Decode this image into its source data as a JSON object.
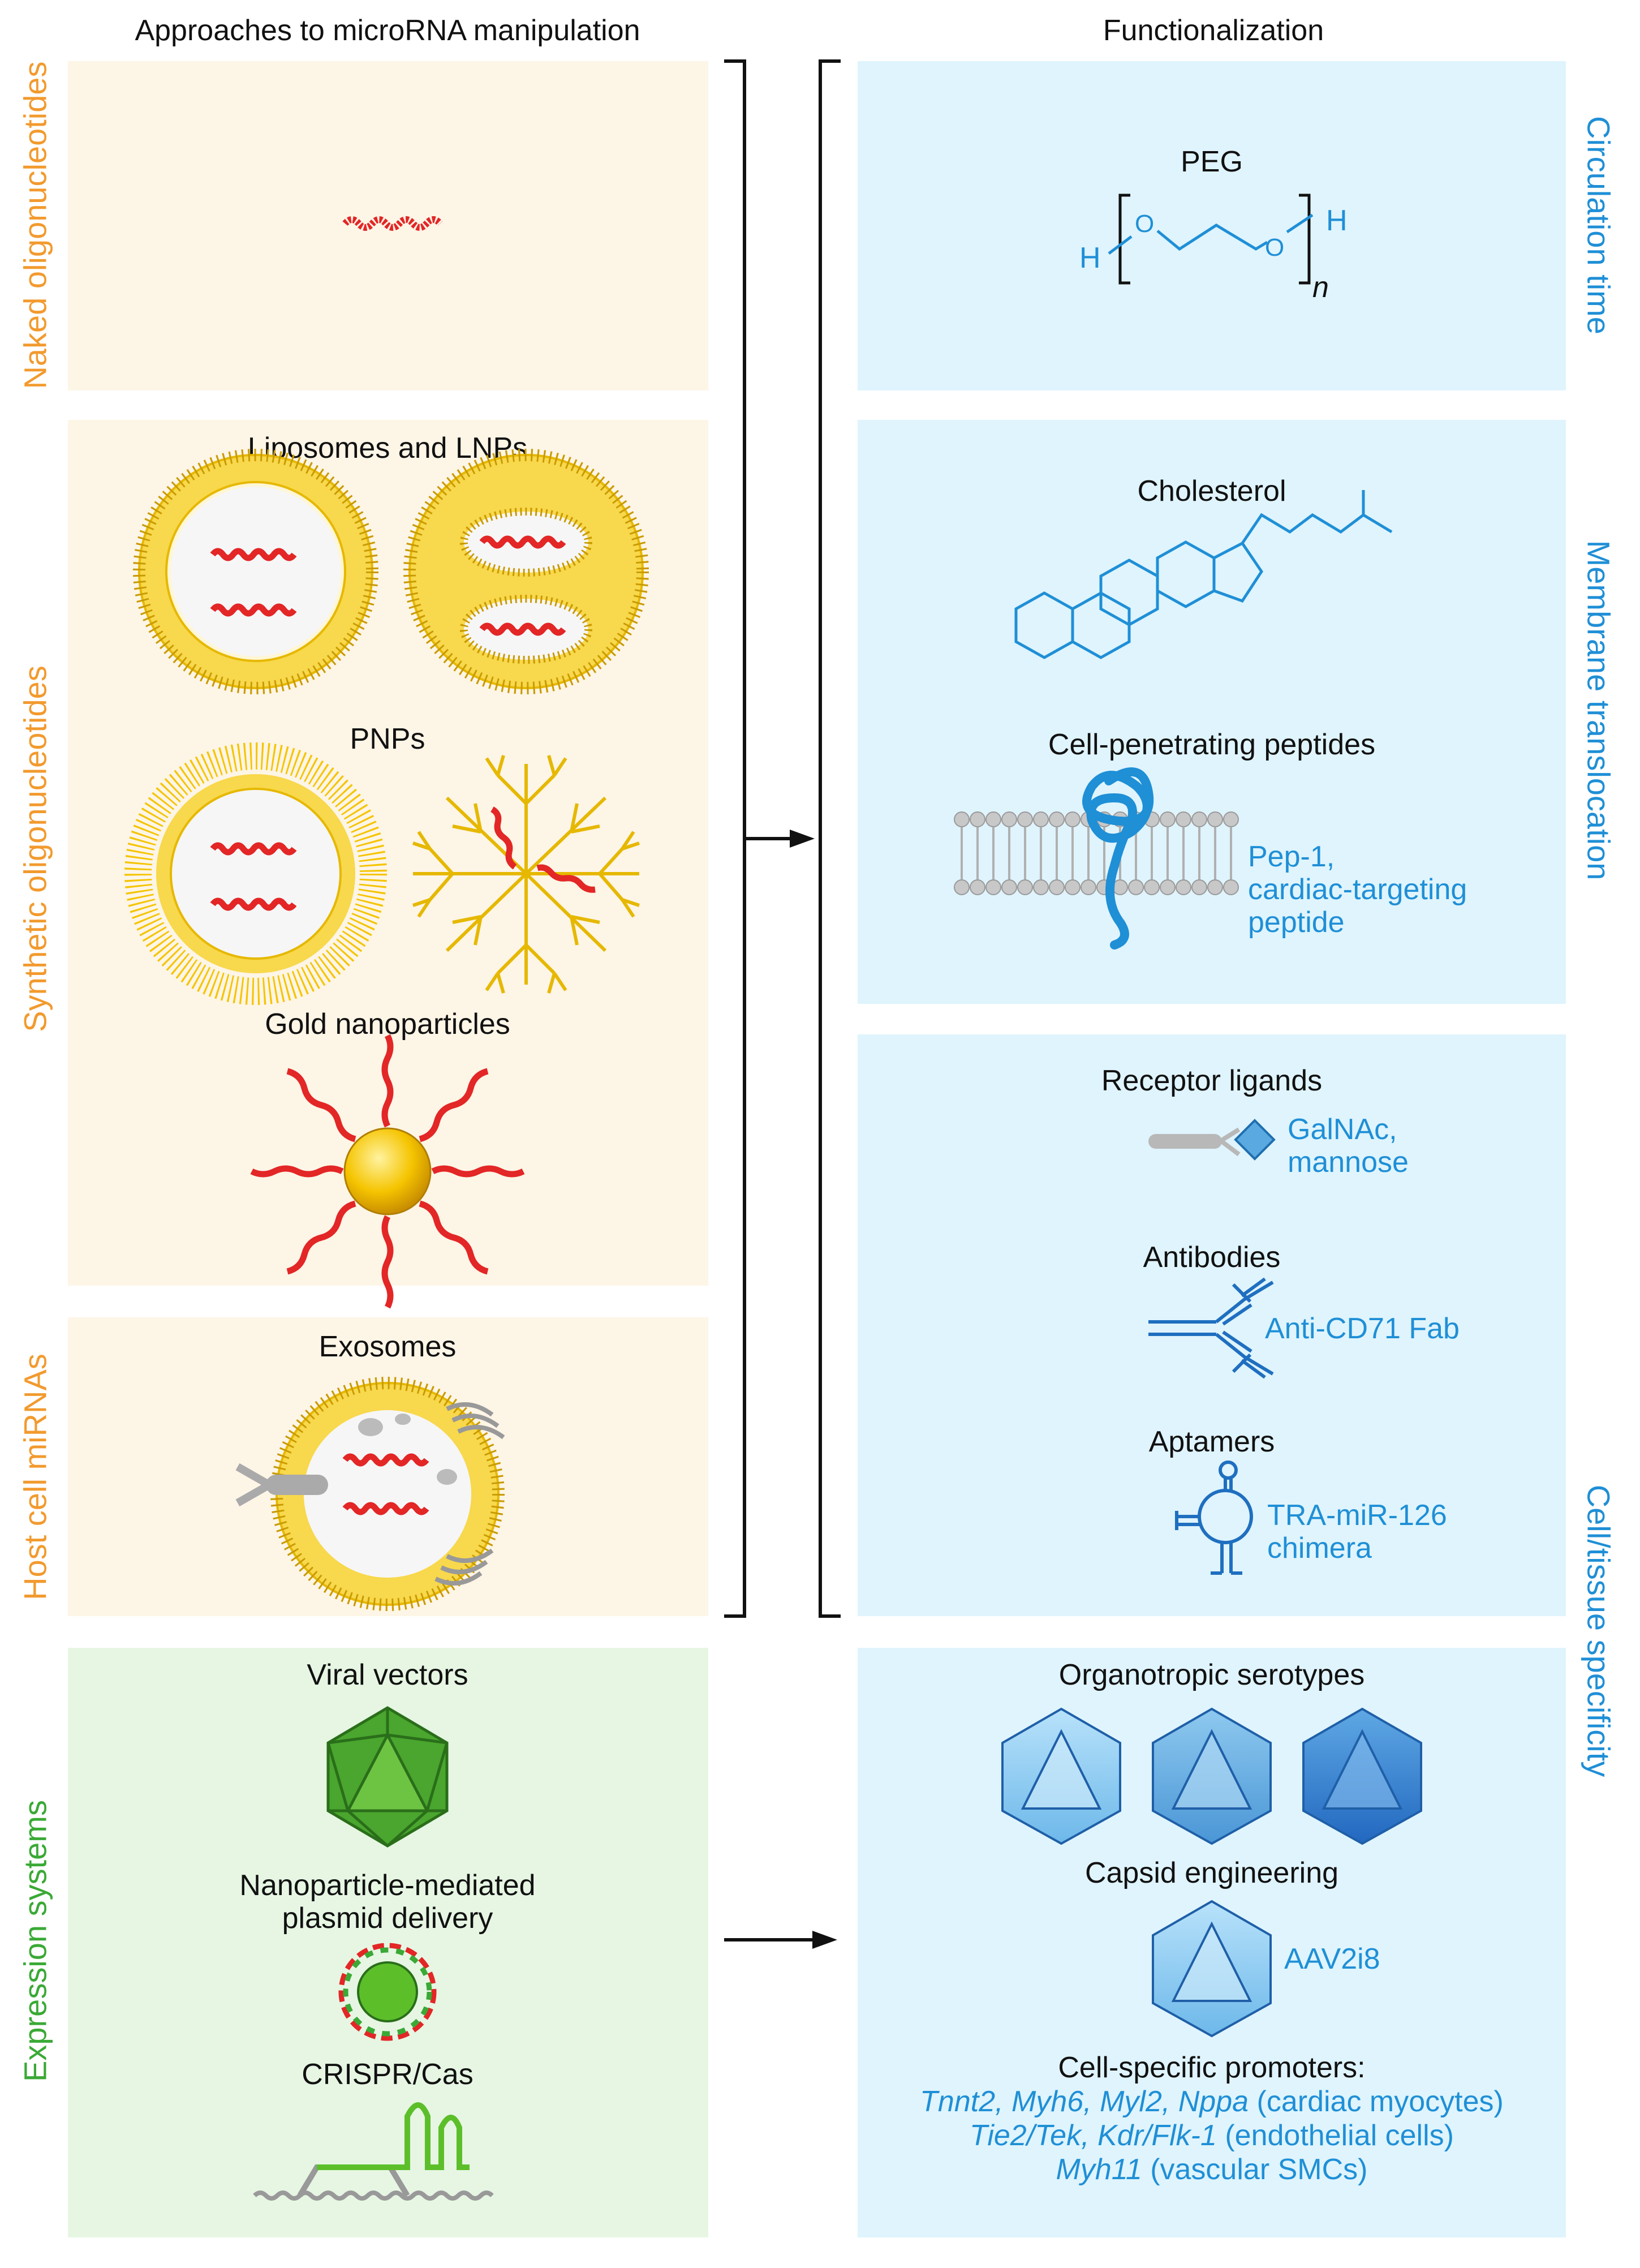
{
  "headers": {
    "left": "Approaches to microRNA manipulation",
    "right": "Functionalization"
  },
  "left_labels": {
    "naked": "Naked oligonucleotides",
    "synthetic": "Synthetic oligonucleotides",
    "host": "Host cell miRNAs",
    "expression": "Expression systems"
  },
  "right_labels": {
    "circulation": "Circulation time",
    "membrane": "Membrane translocation",
    "specificity": "Cell/tissue specificity"
  },
  "synthetic": {
    "liposomes": "Liposomes and LNPs",
    "pnps": "PNPs",
    "gold": "Gold nanoparticles"
  },
  "host": {
    "exosomes": "Exosomes"
  },
  "expression": {
    "viral": "Viral vectors",
    "plasmid_line1": "Nanoparticle-mediated",
    "plasmid_line2": "plasmid delivery",
    "crispr": "CRISPR/Cas"
  },
  "circulation": {
    "peg": "PEG",
    "atom_h": "H",
    "atom_o": "O",
    "subscript_n": "n"
  },
  "membrane": {
    "cholesterol": "Cholesterol",
    "cpp": "Cell-penetrating peptides",
    "pep1_line1": "Pep-1,",
    "pep1_line2": "cardiac-targeting",
    "pep1_line3": "peptide"
  },
  "specificity": {
    "receptor": "Receptor ligands",
    "galnac_line1": "GalNAc,",
    "galnac_line2": "mannose",
    "antibodies": "Antibodies",
    "fab": "Anti-CD71 Fab",
    "aptamers": "Aptamers",
    "tra_line1": "TRA-miR-126",
    "tra_line2": "chimera"
  },
  "viral_func": {
    "serotypes": "Organotropic serotypes",
    "capsid": "Capsid engineering",
    "aav": "AAV2i8",
    "promoters": "Cell-specific promoters:",
    "p1_genes": "Tnnt2, Myh6, Myl2, Nppa",
    "p1_cells": " (cardiac myocytes)",
    "p2_genes": "Tie2/Tek, Kdr/Flk-1",
    "p2_cells": " (endothelial cells)",
    "p3_genes": "Myh11",
    "p3_cells": " (vascular SMCs)"
  },
  "colors": {
    "blue": "#1f8fd6",
    "orange": "#f29a2e",
    "green": "#3aa935",
    "rna_red": "#e32626",
    "lipid_yellow": "#f5c400"
  }
}
